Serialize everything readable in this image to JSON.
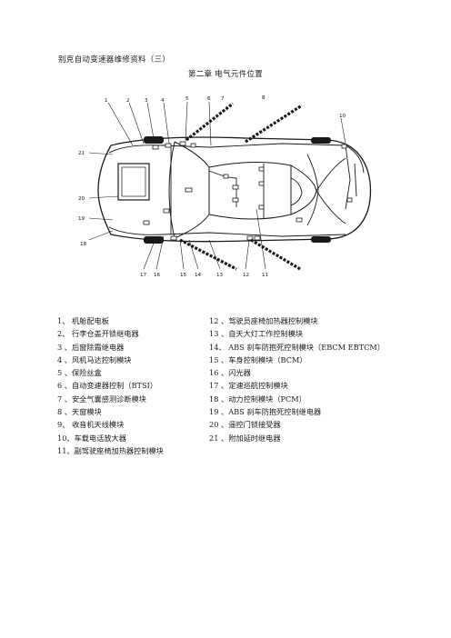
{
  "document": {
    "title": "别克自动变速器维修资料（三）",
    "chapter": "第二章  电气元件位置"
  },
  "legend": {
    "left": [
      "1、  机舱配电板",
      "2、  行李仓盖开锁继电器",
      "3 、后窗除霜继电器",
      "4 、风机马达控制模块",
      "5 、保险丝盒",
      "6 、自动变速器控制（BTSI）",
      "7 、安全气囊感测诊断模块",
      "8 、天窗模块",
      "9、  收音机天线模块",
      "10、车载电话放大器",
      "11、副驾驶座椅加热器控制模块"
    ],
    "right": [
      "12 、驾驶员座椅加热器控制模块",
      "13 、自天大灯工作控制模块",
      "14、  ABS 刹车防抱死控制模块（EBCM EBTCM）",
      "15 、车身控制模块（BCM）",
      "16 、闪光器",
      "17 、定速巡航控制模块",
      "18 、动力控制模块（PCM）",
      "19 、ABS 刹车防抱死控制继电器",
      "20 、遥控门锁接受器",
      "21 、附加延时继电器"
    ]
  },
  "diagram": {
    "callouts": [
      "1",
      "2",
      "3",
      "4",
      "5",
      "6",
      "7",
      "8",
      "10",
      "21",
      "20",
      "19",
      "18",
      "17",
      "16",
      "15",
      "14",
      "13",
      "12",
      "11"
    ]
  }
}
